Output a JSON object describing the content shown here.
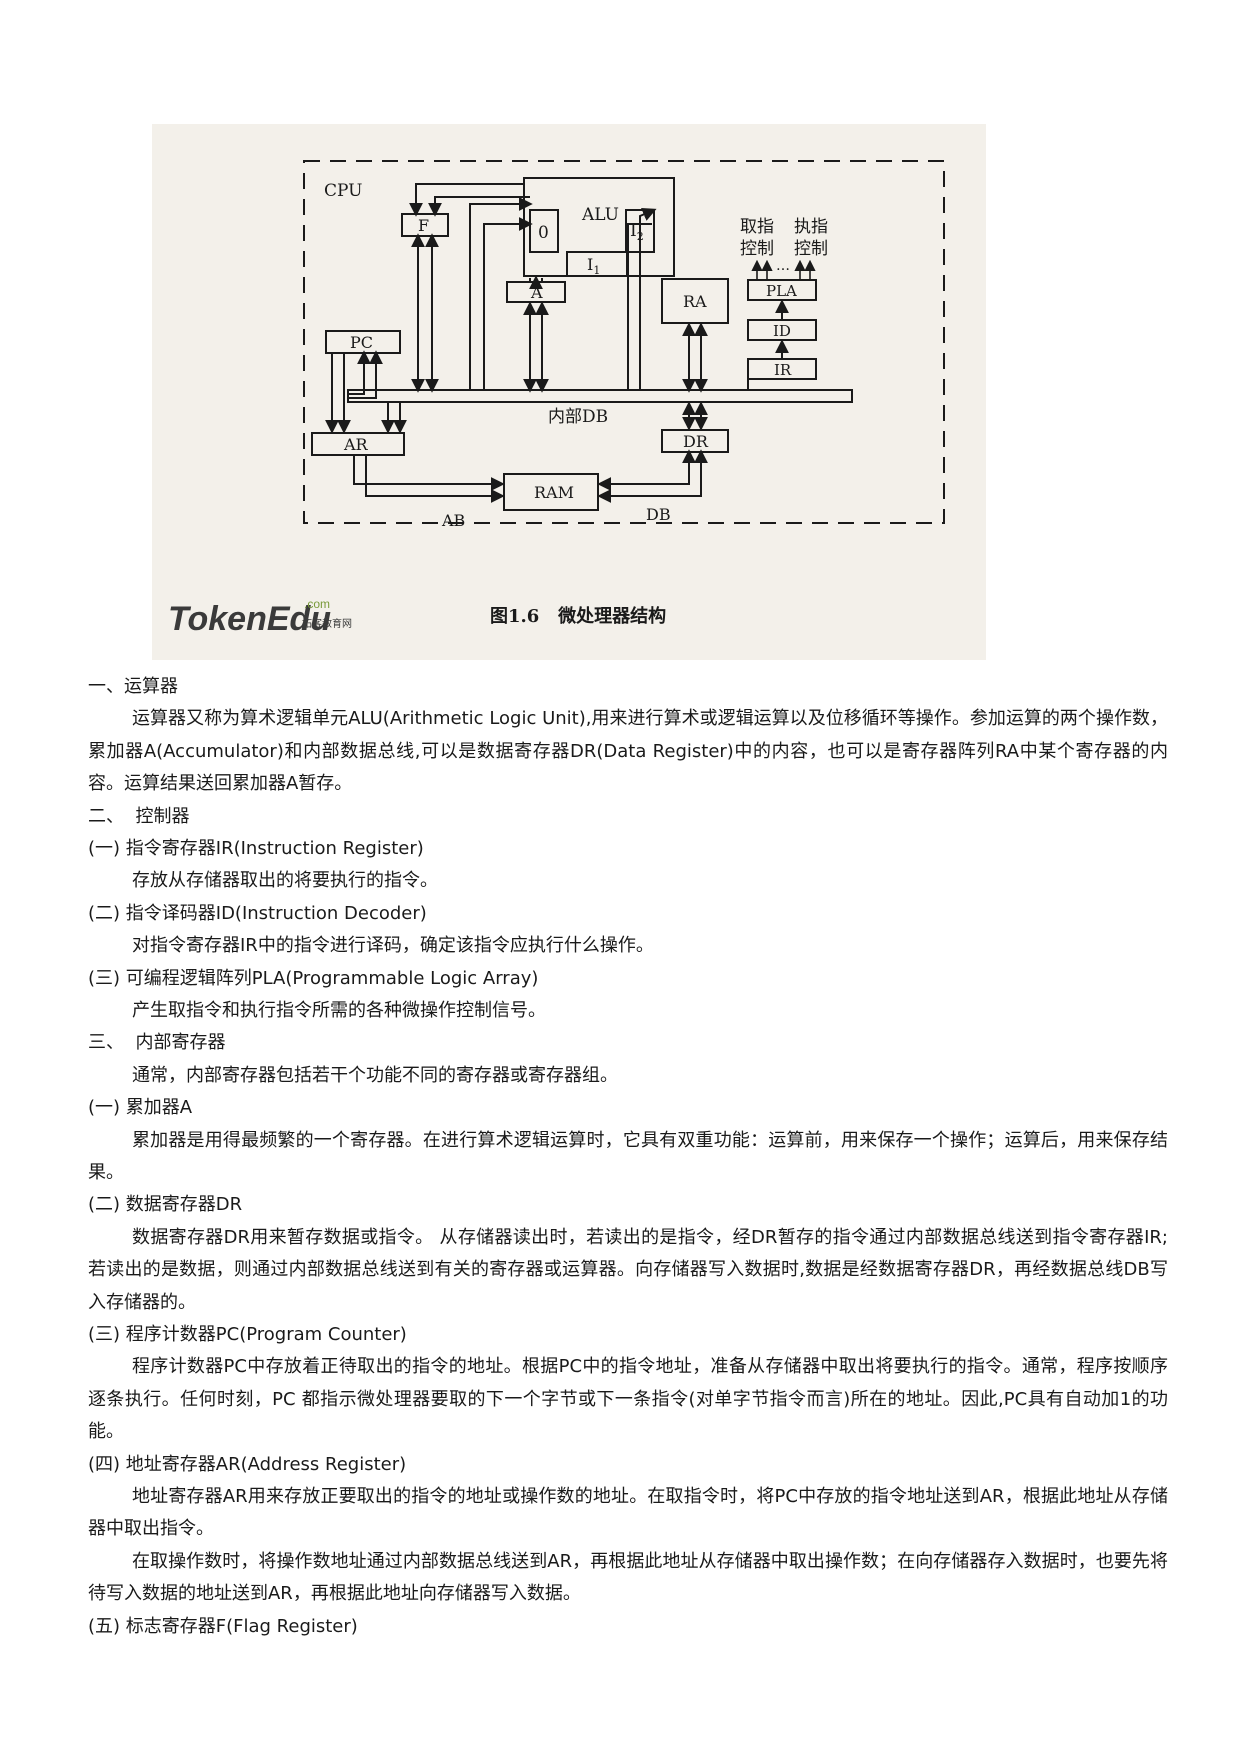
{
  "figure": {
    "labels": {
      "cpu": "CPU",
      "alu": "ALU",
      "zero": "0",
      "i1": "I",
      "i1_sub": "1",
      "i2": "I",
      "i2_sub": "2",
      "f": "F",
      "a": "A",
      "pc": "PC",
      "ra": "RA",
      "pla": "PLA",
      "id": "ID",
      "ir": "IR",
      "ar": "AR",
      "dr": "DR",
      "ram": "RAM",
      "ab": "AB",
      "db": "DB",
      "internal_db": "内部DB",
      "fetch_1": "取指",
      "fetch_2": "控制",
      "exec_1": "执指",
      "exec_2": "控制",
      "dots": "…"
    },
    "caption": "图1.6   微处理器结构",
    "logo": {
      "brand": "TokenEdu",
      "sub": "拓客教育网",
      "dotcom": ".com"
    }
  },
  "text": {
    "s1_title": "一、运算器",
    "s1_p1": "运算器又称为算术逻辑单元ALU(Arithmetic Logic Unit),用来进行算术或逻辑运算以及位移循环等操作。参加运算的两个操作数，累加器A(Accumulator)和内部数据总线,可以是数据寄存器DR(Data Register)中的内容，也可以是寄存器阵列RA中某个寄存器的内容。运算结果送回累加器A暂存。",
    "s2_title": "二、  控制器",
    "s2_1_title": "(一) 指令寄存器IR(Instruction Register)",
    "s2_1_body": "存放从存储器取出的将要执行的指令。",
    "s2_2_title": "(二) 指令译码器ID(Instruction Decoder)",
    "s2_2_body": "对指令寄存器IR中的指令进行译码，确定该指令应执行什么操作。",
    "s2_3_title": "(三) 可编程逻辑阵列PLA(Programmable Logic Array)",
    "s2_3_body": "产生取指令和执行指令所需的各种微操作控制信号。",
    "s3_title": "三、  内部寄存器",
    "s3_intro": "通常，内部寄存器包括若干个功能不同的寄存器或寄存器组。",
    "s3_1_title": "(一) 累加器A",
    "s3_1_body": "累加器是用得最频繁的一个寄存器。在进行算术逻辑运算时，它具有双重功能：运算前，用来保存一个操作；运算后，用来保存结果。",
    "s3_2_title": "(二) 数据寄存器DR",
    "s3_2_body": "数据寄存器DR用来暂存数据或指令。 从存储器读出时，若读出的是指令，经DR暂存的指令通过内部数据总线送到指令寄存器IR;若读出的是数据，则通过内部数据总线送到有关的寄存器或运算器。向存储器写入数据时,数据是经数据寄存器DR，再经数据总线DB写入存储器的。",
    "s3_3_title": "(三) 程序计数器PC(Program Counter)",
    "s3_3_body": "程序计数器PC中存放着正待取出的指令的地址。根据PC中的指令地址，准备从存储器中取出将要执行的指令。通常，程序按顺序逐条执行。任何时刻，PC 都指示微处理器要取的下一个字节或下一条指令(对单字节指令而言)所在的地址。因此,PC具有自动加1的功能。",
    "s3_4_title": "(四) 地址寄存器AR(Address Register)",
    "s3_4_body1": "地址寄存器AR用来存放正要取出的指令的地址或操作数的地址。在取指令时，将PC中存放的指令地址送到AR，根据此地址从存储器中取出指令。",
    "s3_4_body2": "在取操作数时，将操作数地址通过内部数据总线送到AR，再根据此地址从存储器中取出操作数；在向存储器存入数据时，也要先将待写入数据的地址送到AR，再根据此地址向存储器写入数据。",
    "s3_5_title": "(五) 标志寄存器F(Flag Register)"
  }
}
